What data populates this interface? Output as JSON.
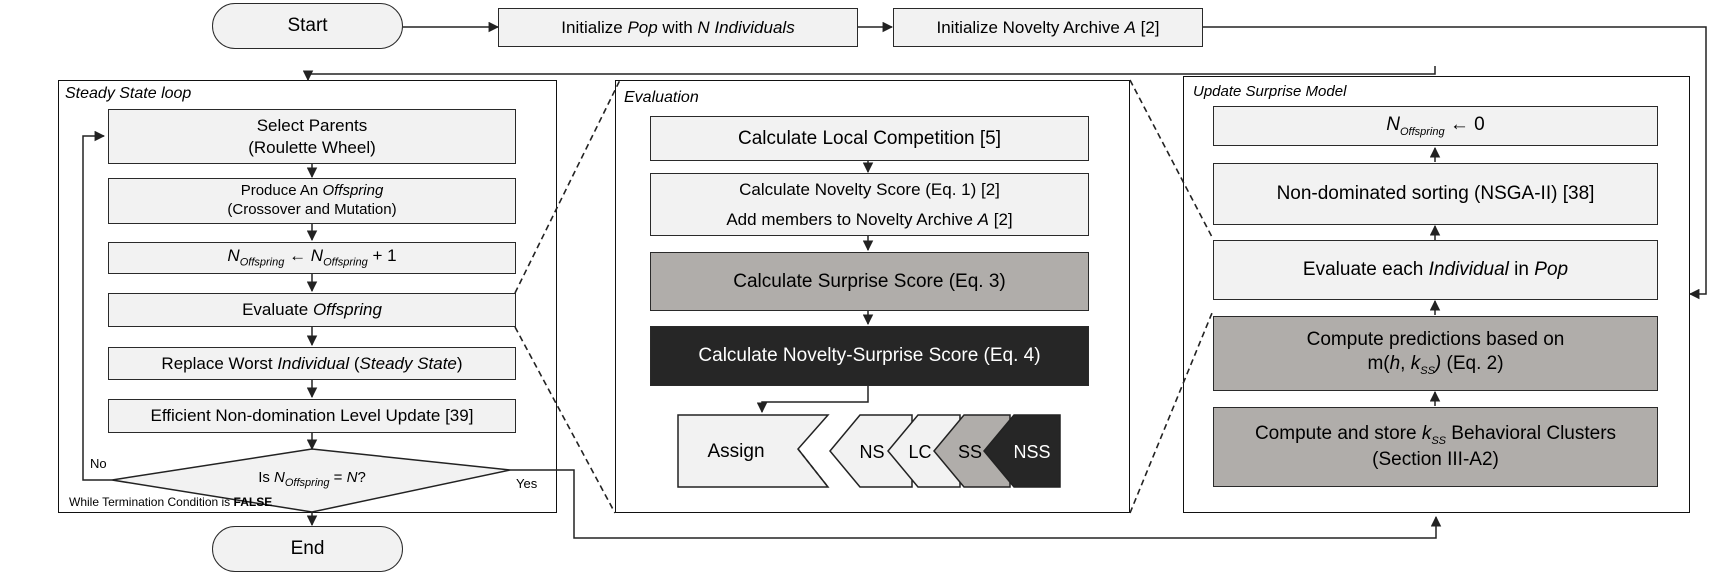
{
  "start": {
    "label": "Start"
  },
  "end": {
    "label": "End"
  },
  "init_pop": {
    "pre": "Initialize ",
    "pop": "Pop",
    "mid": " with ",
    "n": "N Individuals"
  },
  "init_archive": {
    "pre": "Initialize Novelty Archive ",
    "a": "A",
    "ref": " [2]"
  },
  "steady": {
    "title": "Steady State loop",
    "select": {
      "line1": "Select Parents",
      "line2": "(Roulette Wheel)"
    },
    "produce": {
      "pre": "Produce An ",
      "offspring": "Offspring",
      "line2": "(Crossover and Mutation)"
    },
    "increment": {
      "n1": "N",
      "sub1": "Offspring",
      "arrow": " ← ",
      "n2": "N",
      "sub2": "Offspring",
      "tail": " + 1"
    },
    "evaluate": {
      "pre": "Evaluate ",
      "offspring": "Offspring"
    },
    "replace": {
      "pre": "Replace Worst ",
      "individual": "Individual",
      "open": " (",
      "steady": "Steady State",
      "close": ")"
    },
    "efficient": "Efficient  Non-domination Level Update [39]",
    "decision": {
      "pre": "Is ",
      "n": "N",
      "sub": "Offspring",
      "eq": " = ",
      "n2": "N",
      "q": "?"
    },
    "no": "No",
    "yes": "Yes",
    "termination": {
      "pre": "While Termination Condition is ",
      "bold": "FALSE"
    }
  },
  "evaluation": {
    "title": "Evaluation",
    "local": "Calculate Local Competition [5]",
    "novelty": {
      "line1": "Calculate Novelty Score (Eq. 1) [2]",
      "line2": "Add members to Novelty Archive ",
      "a": "A",
      "ref": " [2]"
    },
    "surprise": "Calculate Surprise Score (Eq. 3)",
    "ns_score": "Calculate Novelty-Surprise Score (Eq. 4)",
    "assign": "Assign",
    "tags": {
      "ns": "NS",
      "lc": "LC",
      "ss": "SS",
      "nss": "NSS"
    }
  },
  "update": {
    "title": "Update Surprise Model",
    "reset": {
      "n": "N",
      "sub": "Offspring",
      "tail": " ← 0"
    },
    "nsga": "Non-dominated sorting (NSGA-II) [38]",
    "eval_each": {
      "pre": "Evaluate each ",
      "individual": "Individual",
      "mid": " in ",
      "pop": "Pop"
    },
    "predict": {
      "line1": "Compute predictions based on",
      "m": "m(",
      "h": "h",
      "comma": ", ",
      "k": "k",
      "ksub": "SS",
      "close": ")",
      "eq": " (Eq. 2)"
    },
    "clusters": {
      "pre": "Compute and store ",
      "k": "k",
      "ksub": "SS",
      "post": " Behavioral Clusters",
      "line2": "(Section III-A2)"
    }
  }
}
